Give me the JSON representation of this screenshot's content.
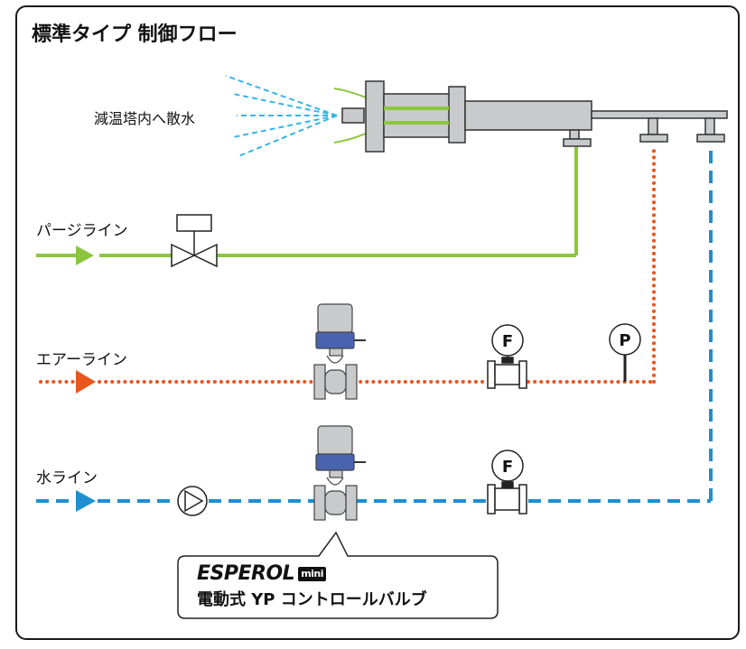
{
  "title": "標準タイプ 制御フロー",
  "labels": {
    "spray": "減温塔内へ散水",
    "purge_line": "パージライン",
    "air_line": "エアーライン",
    "water_line": "水ライン"
  },
  "instruments": {
    "flow_meter_letter": "F",
    "pressure_gauge_letter": "P"
  },
  "callout": {
    "brand": "ESPEROL",
    "brand_badge": "mini",
    "product": "電動式 YP コントロールバルブ"
  },
  "colors": {
    "purge": "#8cc63f",
    "air": "#e8561c",
    "water": "#1f8fd0",
    "spray": "#35b5e5",
    "equipment": "#c8cacc",
    "actuator_band": "#4a63b0"
  }
}
